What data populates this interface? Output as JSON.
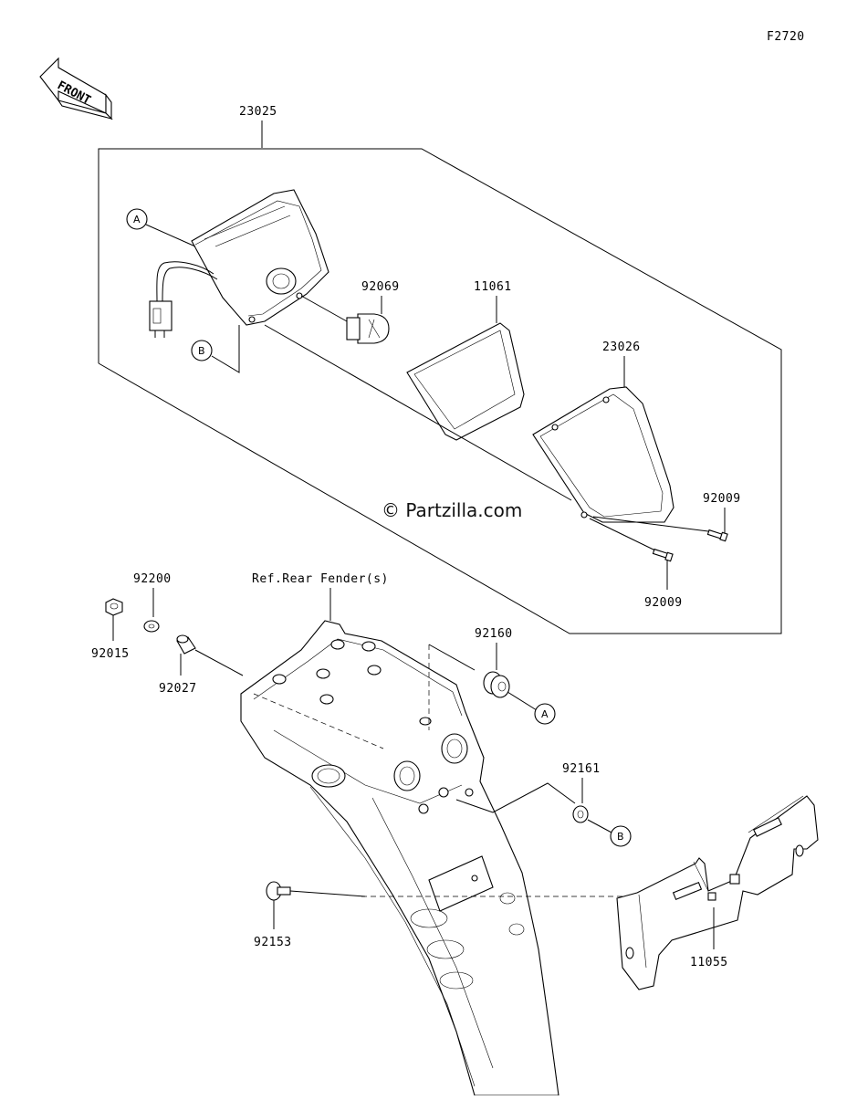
{
  "diagram_code": "F2720",
  "front_label": "FRONT",
  "watermark": "© Partzilla.com",
  "ref_label": "Ref.Rear Fender(s)",
  "parts": {
    "p23025": "23025",
    "p92069": "92069",
    "p11061": "11061",
    "p23026": "23026",
    "p92009a": "92009",
    "p92009b": "92009",
    "p92200": "92200",
    "p92015": "92015",
    "p92027": "92027",
    "p92160": "92160",
    "p92161": "92161",
    "p92153": "92153",
    "p11055": "11055"
  },
  "markers": {
    "a_top": "A",
    "b_top": "B",
    "a_bottom": "A",
    "b_bottom": "B"
  }
}
